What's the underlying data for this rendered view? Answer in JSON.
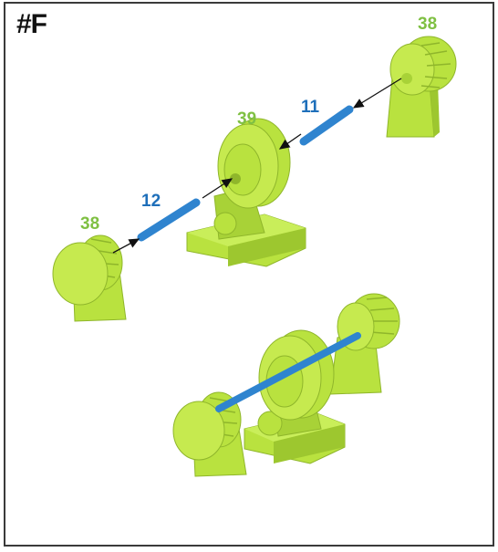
{
  "step_label": "#F",
  "colors": {
    "part_green": "#b9e23f",
    "part_green_dark": "#8fb62b",
    "part_green_light": "#d3f06a",
    "rod_blue": "#2f84cf",
    "label_green": "#7fc043",
    "label_blue": "#1e6fba",
    "border": "#3a3a3a"
  },
  "parts": {
    "pulley_left_label": "38",
    "pulley_right_label": "38",
    "center_wheel_label": "39",
    "rod_left_label": "12",
    "rod_right_label": "11"
  }
}
